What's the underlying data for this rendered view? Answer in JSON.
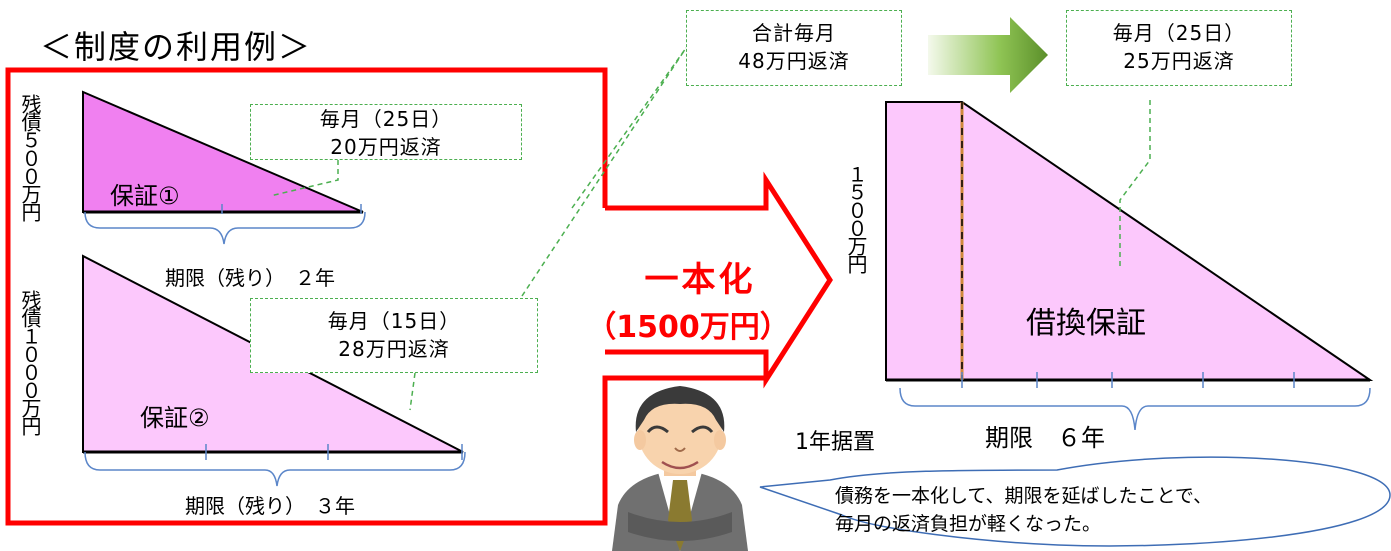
{
  "title": "＜制度の利用例＞",
  "left_panel": {
    "guarantee1": {
      "label": "保証①",
      "balance_label": "残債５００万円",
      "term_label": "期限（残り）　２年",
      "note": {
        "line1": "毎月（25日）",
        "line2": "20万円返済"
      }
    },
    "guarantee2": {
      "label": "保証②",
      "balance_label": "残債１０００万円",
      "term_label": "期限（残り）　３年",
      "note": {
        "line1": "毎月（15日）",
        "line2": "28万円返済"
      }
    }
  },
  "total_note": {
    "line1": "合計毎月",
    "line2": "48万円返済"
  },
  "consolidation": {
    "line1": "一本化",
    "line2": "（1500万円）"
  },
  "right_panel": {
    "label": "借換保証",
    "amount_label": "１５００万円",
    "grace_label": "1年据置",
    "term_label": "期限　６年",
    "note": {
      "line1": "毎月（25日）",
      "line2": "25万円返済"
    }
  },
  "speech": {
    "line1": "債務を一本化して、期限を延ばしたことで、",
    "line2": "毎月の返済負担が軽くなった。"
  },
  "colors": {
    "triangle_dark": "#f080f0",
    "triangle_light": "#fcc8fc",
    "frame_red": "#ff0000",
    "dash_green": "#4caf50",
    "bracket_blue": "#5b86c9",
    "consolidation_text": "#ff0000"
  }
}
